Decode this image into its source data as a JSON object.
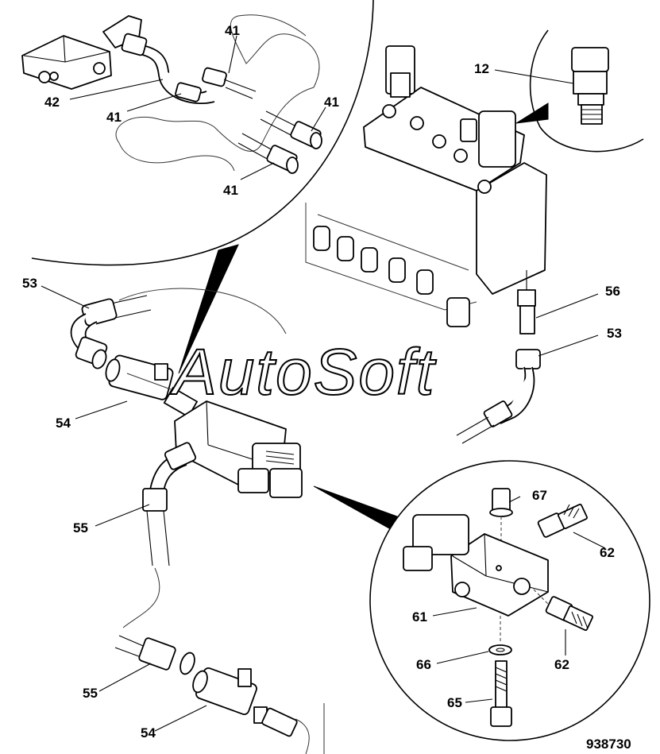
{
  "figure_number": "938730",
  "watermark": "AutoSoft",
  "callouts": {
    "c41a": "41",
    "c41b": "41",
    "c41c": "41",
    "c41d": "41",
    "c42": "42",
    "c12": "12",
    "c53a": "53",
    "c53b": "53",
    "c56": "56",
    "c54a": "54",
    "c54b": "54",
    "c55a": "55",
    "c55b": "55",
    "c67": "67",
    "c62a": "62",
    "c62b": "62",
    "c61": "61",
    "c66": "66",
    "c65": "65"
  }
}
